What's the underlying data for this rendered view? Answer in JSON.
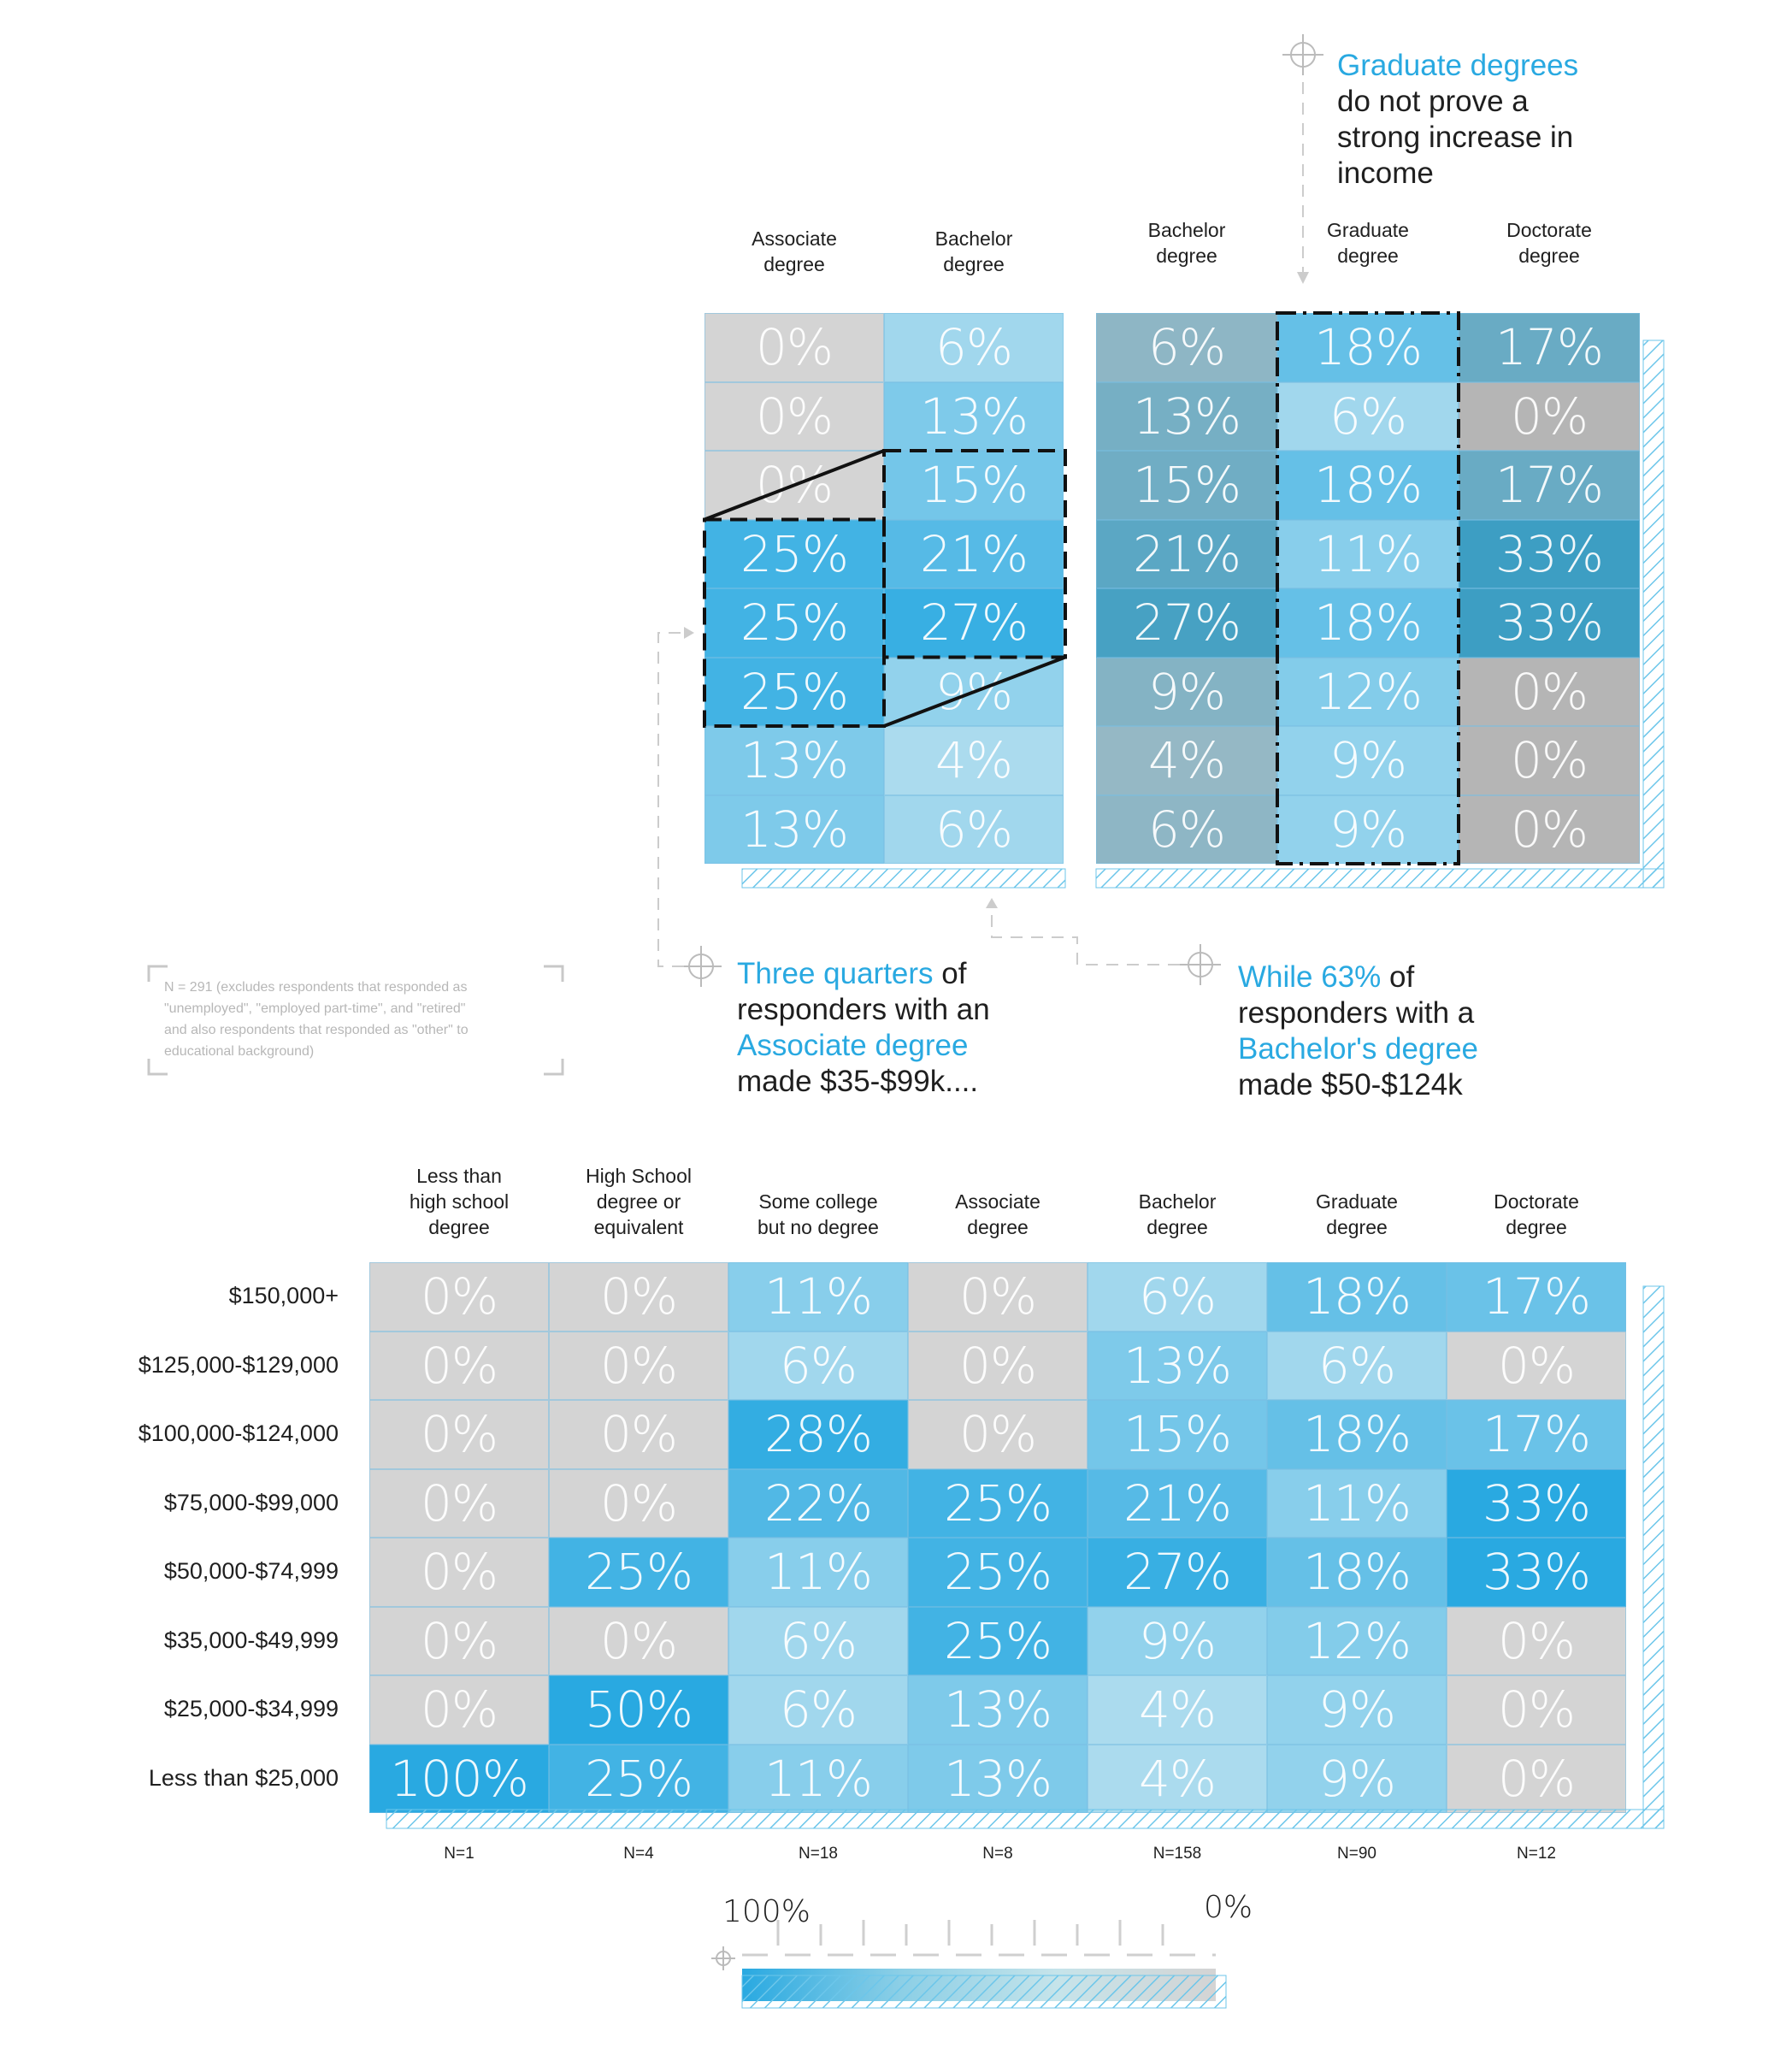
{
  "chart_data": [
    {
      "type": "heatmap",
      "title": "",
      "columns": [
        "Less than high school degree",
        "High School degree or equivalent",
        "Some college but no degree",
        "Associate degree",
        "Bachelor degree",
        "Graduate degree",
        "Doctorate degree"
      ],
      "column_lines": [
        [
          "Less than",
          "high school",
          "degree"
        ],
        [
          "High School",
          "degree or",
          "equivalent"
        ],
        [
          "Some college",
          "but no degree"
        ],
        [
          "Associate",
          "degree"
        ],
        [
          "Bachelor",
          "degree"
        ],
        [
          "Graduate",
          "degree"
        ],
        [
          "Doctorate",
          "degree"
        ]
      ],
      "rows": [
        "$150,000+",
        "$125,000-$129,000",
        "$100,000-$124,000",
        "$75,000-$99,000",
        "$50,000-$74,999",
        "$35,000-$49,999",
        "$25,000-$34,999",
        "Less than $25,000"
      ],
      "values": [
        [
          0,
          0,
          11,
          0,
          6,
          18,
          17
        ],
        [
          0,
          0,
          6,
          0,
          13,
          6,
          0
        ],
        [
          0,
          0,
          28,
          0,
          15,
          18,
          17
        ],
        [
          0,
          0,
          22,
          25,
          21,
          11,
          33
        ],
        [
          0,
          25,
          11,
          25,
          27,
          18,
          33
        ],
        [
          0,
          0,
          6,
          25,
          9,
          12,
          0
        ],
        [
          0,
          50,
          6,
          13,
          4,
          9,
          0
        ],
        [
          100,
          25,
          11,
          13,
          4,
          9,
          0
        ]
      ],
      "n_labels": [
        "N=1",
        "N=4",
        "N=18",
        "N=8",
        "N=158",
        "N=90",
        "N=12"
      ],
      "value_unit": "%",
      "scale": {
        "max_label": "100%",
        "min_label": "0%",
        "max_color": "#29a9e1",
        "min_color": "#d4d4d4"
      }
    },
    {
      "type": "heatmap",
      "columns": [
        "Associate degree",
        "Bachelor degree"
      ],
      "column_lines": [
        [
          "Associate",
          "degree"
        ],
        [
          "Bachelor",
          "degree"
        ]
      ],
      "values": [
        [
          0,
          6
        ],
        [
          0,
          13
        ],
        [
          0,
          15
        ],
        [
          25,
          21
        ],
        [
          25,
          27
        ],
        [
          25,
          9
        ],
        [
          13,
          4
        ],
        [
          13,
          6
        ]
      ]
    },
    {
      "type": "heatmap",
      "columns": [
        "Bachelor degree",
        "Graduate degree",
        "Doctorate degree"
      ],
      "column_lines": [
        [
          "Bachelor",
          "degree"
        ],
        [
          "Graduate",
          "degree"
        ],
        [
          "Doctorate",
          "degree"
        ]
      ],
      "values": [
        [
          6,
          18,
          17
        ],
        [
          13,
          6,
          0
        ],
        [
          15,
          18,
          17
        ],
        [
          21,
          11,
          33
        ],
        [
          27,
          18,
          33
        ],
        [
          9,
          12,
          0
        ],
        [
          4,
          9,
          0
        ],
        [
          6,
          9,
          0
        ]
      ],
      "highlight_column": "Graduate degree"
    }
  ],
  "annotations": {
    "graduate": {
      "hl": "Graduate degrees",
      "lines": [
        "do not prove a",
        "strong increase in",
        "income"
      ]
    },
    "associate": {
      "hl1": "Three quarters",
      "t1": " of",
      "line2": "responders with an",
      "hl2": "Associate degree",
      "line4": "made $35-$99k...."
    },
    "bachelor": {
      "hl1": "While 63%",
      "t1": " of",
      "line2": "responders with a",
      "hl2": "Bachelor's degree",
      "line4": "made $50-$124k"
    }
  },
  "note": [
    "N = 291 (excludes respondents that responded as",
    "\"unemployed\", \"employed part-time\", and \"retired\"",
    "and also respondents that responded as \"other\" to",
    "educational background)"
  ],
  "colors": {
    "accent": "#29a9e1",
    "gray": "#d4d4d4",
    "pale_blue": "#bfe3f0"
  }
}
